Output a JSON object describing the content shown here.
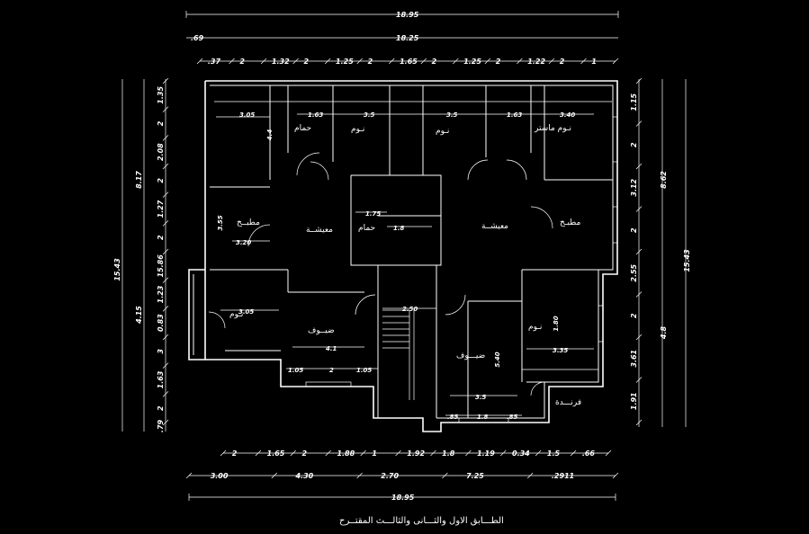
{
  "caption": "الطـــابق الاول والثـــانى والثالـــث المقتــرح",
  "top_dims": {
    "overall_1": "18.95",
    "overall_2": "18.25",
    "chain": [
      ".37",
      "2",
      "1.32",
      "2",
      "1.25",
      "2",
      "1.65",
      "2",
      "1.25",
      "2",
      "1.22",
      "2",
      "1"
    ],
    "left_tag": ".69"
  },
  "bottom_dims": {
    "chain_1": [
      "2",
      "1.65",
      "2",
      "1.88",
      "1",
      "1.92",
      "1.8",
      "1.19",
      "0.34",
      "1.5",
      ".66"
    ],
    "chain_2": [
      "3.00",
      "4.30",
      "2.70",
      "7.25",
      ".2911"
    ],
    "overall": "18.95"
  },
  "left_dims": {
    "overall": "15.43",
    "part_a": "8.17",
    "part_b": "4.15",
    "chain": [
      "1.35",
      "2",
      "2.08",
      "2",
      "1.27",
      "2",
      "15.86",
      "1.23",
      "0.83",
      "3",
      "1.63",
      "2"
    ],
    "bottom": ".79"
  },
  "right_dims": {
    "overall": "15.43",
    "part_a": "8.62",
    "part_b": "4.8",
    "chain": [
      "1.15",
      "2",
      "3.12",
      "2",
      "2.55",
      "2",
      "3.61",
      "1.91"
    ]
  },
  "rooms": [
    {
      "id": "kitchen-left",
      "label": "مطبــخ"
    },
    {
      "id": "living-left",
      "label": "معيشــة"
    },
    {
      "id": "bath-mid",
      "label": "حمام"
    },
    {
      "id": "bath-top",
      "label": "حمام"
    },
    {
      "id": "sleep-1",
      "label": "نـوم"
    },
    {
      "id": "sleep-2",
      "label": "نـوم"
    },
    {
      "id": "master",
      "label": "نـوم  ماستر"
    },
    {
      "id": "living-right",
      "label": "معيشــة"
    },
    {
      "id": "kitchen-right",
      "label": "مطبـخ"
    },
    {
      "id": "guest-left",
      "label": "ضيــوف"
    },
    {
      "id": "guest-right",
      "label": "ضيـــوف"
    },
    {
      "id": "sleep-3",
      "label": "نـوم"
    },
    {
      "id": "sleep-4",
      "label": "نـوم"
    },
    {
      "id": "balcony",
      "label": "فرنـــدة"
    }
  ],
  "inner_dims": [
    "3.05",
    "1.63",
    "3.5",
    "3.5",
    "1.63",
    "3.40",
    "4.4",
    "3.20",
    "3.55",
    "3.05",
    "4.1",
    "1.05",
    "2",
    "1.05",
    "2.50",
    "3.5",
    "5.40",
    "1.80",
    "3.35",
    "1.8",
    ".85",
    ".85",
    "1.75",
    "1.8"
  ]
}
